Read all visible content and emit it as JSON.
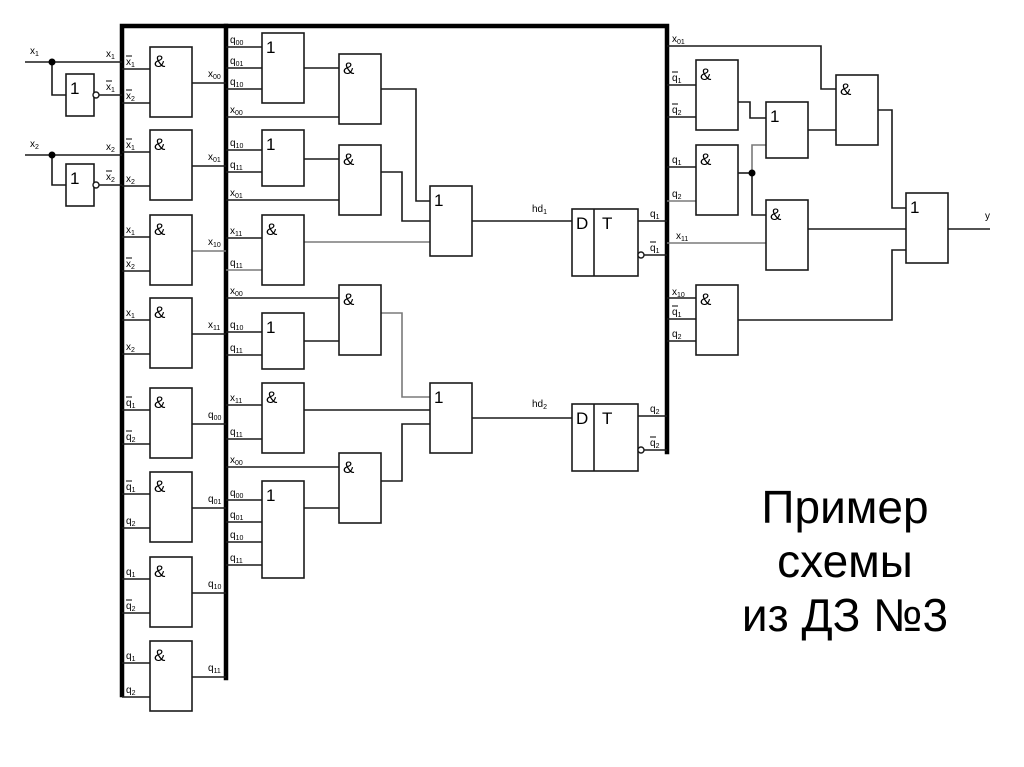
{
  "caption": {
    "line1": "Пример",
    "line2": "схемы",
    "line3": "из ДЗ №3"
  },
  "symbols": {
    "and": "&",
    "or": "1",
    "not": "1",
    "dff_d": "D",
    "dff_t": "T"
  },
  "inputs": [
    {
      "base": "x",
      "sub": "1",
      "bar": false
    },
    {
      "base": "x",
      "sub": "2",
      "bar": false
    }
  ],
  "inverter_outputs": [
    {
      "in": {
        "base": "x",
        "sub": "1",
        "bar": false
      },
      "out": {
        "base": "x",
        "sub": "1",
        "bar": true
      }
    },
    {
      "in": {
        "base": "x",
        "sub": "2",
        "bar": false
      },
      "out": {
        "base": "x",
        "sub": "2",
        "bar": true
      }
    }
  ],
  "decoder_gates": [
    {
      "in": [
        {
          "base": "x",
          "sub": "1",
          "bar": true
        },
        {
          "base": "x",
          "sub": "2",
          "bar": true
        }
      ],
      "out": {
        "base": "x",
        "sub": "00",
        "bar": false
      }
    },
    {
      "in": [
        {
          "base": "x",
          "sub": "1",
          "bar": true
        },
        {
          "base": "x",
          "sub": "2",
          "bar": false
        }
      ],
      "out": {
        "base": "x",
        "sub": "01",
        "bar": false
      }
    },
    {
      "in": [
        {
          "base": "x",
          "sub": "1",
          "bar": false
        },
        {
          "base": "x",
          "sub": "2",
          "bar": true
        }
      ],
      "out": {
        "base": "x",
        "sub": "10",
        "bar": false
      }
    },
    {
      "in": [
        {
          "base": "x",
          "sub": "1",
          "bar": false
        },
        {
          "base": "x",
          "sub": "2",
          "bar": false
        }
      ],
      "out": {
        "base": "x",
        "sub": "11",
        "bar": false
      }
    },
    {
      "in": [
        {
          "base": "q",
          "sub": "1",
          "bar": true
        },
        {
          "base": "q",
          "sub": "2",
          "bar": true
        }
      ],
      "out": {
        "base": "q",
        "sub": "00",
        "bar": false
      }
    },
    {
      "in": [
        {
          "base": "q",
          "sub": "1",
          "bar": true
        },
        {
          "base": "q",
          "sub": "2",
          "bar": false
        }
      ],
      "out": {
        "base": "q",
        "sub": "01",
        "bar": false
      }
    },
    {
      "in": [
        {
          "base": "q",
          "sub": "1",
          "bar": false
        },
        {
          "base": "q",
          "sub": "2",
          "bar": true
        }
      ],
      "out": {
        "base": "q",
        "sub": "10",
        "bar": false
      }
    },
    {
      "in": [
        {
          "base": "q",
          "sub": "1",
          "bar": false
        },
        {
          "base": "q",
          "sub": "2",
          "bar": false
        }
      ],
      "out": {
        "base": "q",
        "sub": "11",
        "bar": false
      }
    }
  ],
  "excitation_inputs": {
    "g1_or": [
      {
        "base": "q",
        "sub": "00"
      },
      {
        "base": "q",
        "sub": "01"
      },
      {
        "base": "q",
        "sub": "10"
      }
    ],
    "g1_and_extra": {
      "base": "x",
      "sub": "00"
    },
    "g2_or": [
      {
        "base": "q",
        "sub": "10"
      },
      {
        "base": "q",
        "sub": "11"
      }
    ],
    "g2_and_extra": {
      "base": "x",
      "sub": "01"
    },
    "g3_and": [
      {
        "base": "x",
        "sub": "11"
      },
      {
        "base": "q",
        "sub": "11"
      }
    ],
    "g4_and_extra": {
      "base": "x",
      "sub": "00"
    },
    "g4_or": [
      {
        "base": "q",
        "sub": "10"
      },
      {
        "base": "q",
        "sub": "11"
      }
    ],
    "g5_and": [
      {
        "base": "x",
        "sub": "11"
      },
      {
        "base": "q",
        "sub": "11"
      }
    ],
    "g6_and_extra": {
      "base": "x",
      "sub": "00"
    },
    "g6_or": [
      {
        "base": "q",
        "sub": "00"
      },
      {
        "base": "q",
        "sub": "01"
      },
      {
        "base": "q",
        "sub": "10"
      },
      {
        "base": "q",
        "sub": "11"
      }
    ]
  },
  "flipflops": [
    {
      "d_label": {
        "base": "hd",
        "sub": "1"
      },
      "q": {
        "base": "q",
        "sub": "1",
        "bar": false
      },
      "qbar": {
        "base": "q",
        "sub": "1",
        "bar": true
      }
    },
    {
      "d_label": {
        "base": "hd",
        "sub": "2"
      },
      "q": {
        "base": "q",
        "sub": "2",
        "bar": false
      },
      "qbar": {
        "base": "q",
        "sub": "2",
        "bar": true
      }
    }
  ],
  "output_logic": {
    "top_x": {
      "base": "x",
      "sub": "01",
      "bar": false
    },
    "and_a": [
      {
        "base": "q",
        "sub": "1",
        "bar": true
      },
      {
        "base": "q",
        "sub": "2",
        "bar": true
      }
    ],
    "and_b": [
      {
        "base": "q",
        "sub": "1",
        "bar": false
      },
      {
        "base": "q",
        "sub": "2",
        "bar": false
      }
    ],
    "and_c_x": {
      "base": "x",
      "sub": "11",
      "bar": false
    },
    "and_d": [
      {
        "base": "x",
        "sub": "10",
        "bar": false
      },
      {
        "base": "q",
        "sub": "1",
        "bar": true
      },
      {
        "base": "q",
        "sub": "2",
        "bar": false
      }
    ],
    "output": {
      "base": "y",
      "sub": "",
      "bar": false
    }
  }
}
